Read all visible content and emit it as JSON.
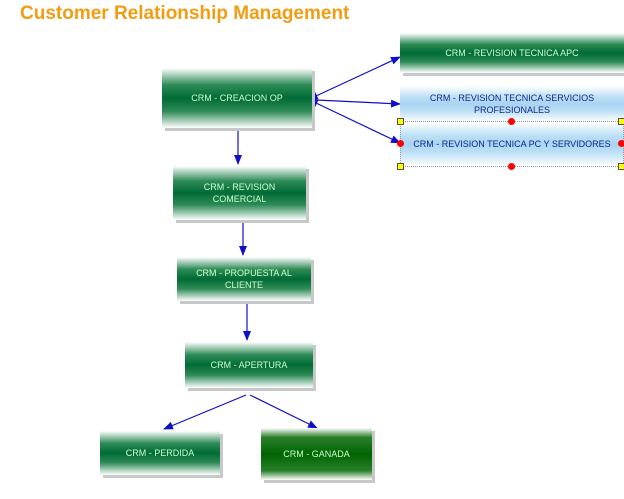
{
  "title": "Customer Relationship Management",
  "colors": {
    "title": "#f39c12",
    "connector": "#1010c8",
    "node_text": "#ccffcc",
    "selected_text": "#0a2a88",
    "handle_corner": "#ffff00",
    "handle_mid": "#ff0000"
  },
  "nodes": {
    "creacion_op": "CRM - CREACION OP",
    "revision_apc": "CRM - REVISION TECNICA APC",
    "revision_servicios": "CRM - REVISION TECNICA SERVICIOS PROFESIONALES",
    "revision_pc": "CRM - REVISION TECNICA PC Y SERVIDORES",
    "revision_comercial": "CRM - REVISION COMERCIAL",
    "propuesta": "CRM - PROPUESTA AL CLIENTE",
    "apertura": "CRM - APERTURA",
    "perdida": "CRM - PERDIDA",
    "ganada": "CRM - GANADA"
  },
  "edges": [
    {
      "from": "creacion_op",
      "to": "revision_apc"
    },
    {
      "from": "creacion_op",
      "to": "revision_servicios"
    },
    {
      "from": "creacion_op",
      "to": "revision_pc"
    },
    {
      "from": "creacion_op",
      "to": "revision_comercial"
    },
    {
      "from": "revision_comercial",
      "to": "propuesta"
    },
    {
      "from": "propuesta",
      "to": "apertura"
    },
    {
      "from": "apertura",
      "to": "perdida"
    },
    {
      "from": "apertura",
      "to": "ganada"
    }
  ]
}
